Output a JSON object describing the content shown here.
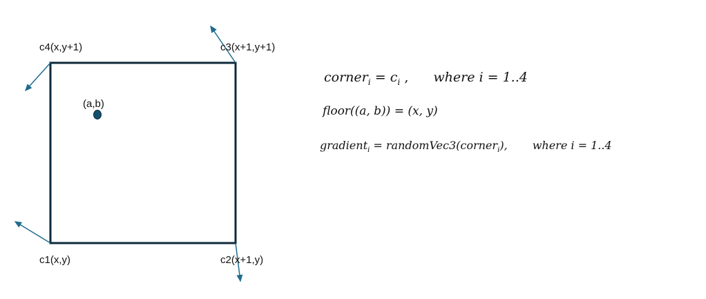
{
  "diagram": {
    "corner_labels": {
      "c1": "c1(x,y)",
      "c2": "c2(x+1,y)",
      "c3": "c3(x+1,y+1)",
      "c4": "c4(x,y+1)"
    },
    "point_label": "(a,b)",
    "colors": {
      "square": "#0d2a3a",
      "arrow": "#1f6b8f",
      "point": "#14506e"
    }
  },
  "equations": {
    "eq1": {
      "lhs": "corner",
      "lhs_sub": "i",
      "eq": " = ",
      "rhs": "c",
      "rhs_sub": "i",
      "tail": " ,",
      "where": "where i = 1..4"
    },
    "eq2": {
      "text": "floor((a, b)) = (x, y)"
    },
    "eq3": {
      "lhs": "gradient",
      "lhs_sub": "i",
      "mid": " = randomVec3(corner",
      "mid_sub": "i",
      "tail": "),",
      "where": "where i = 1..4"
    }
  }
}
